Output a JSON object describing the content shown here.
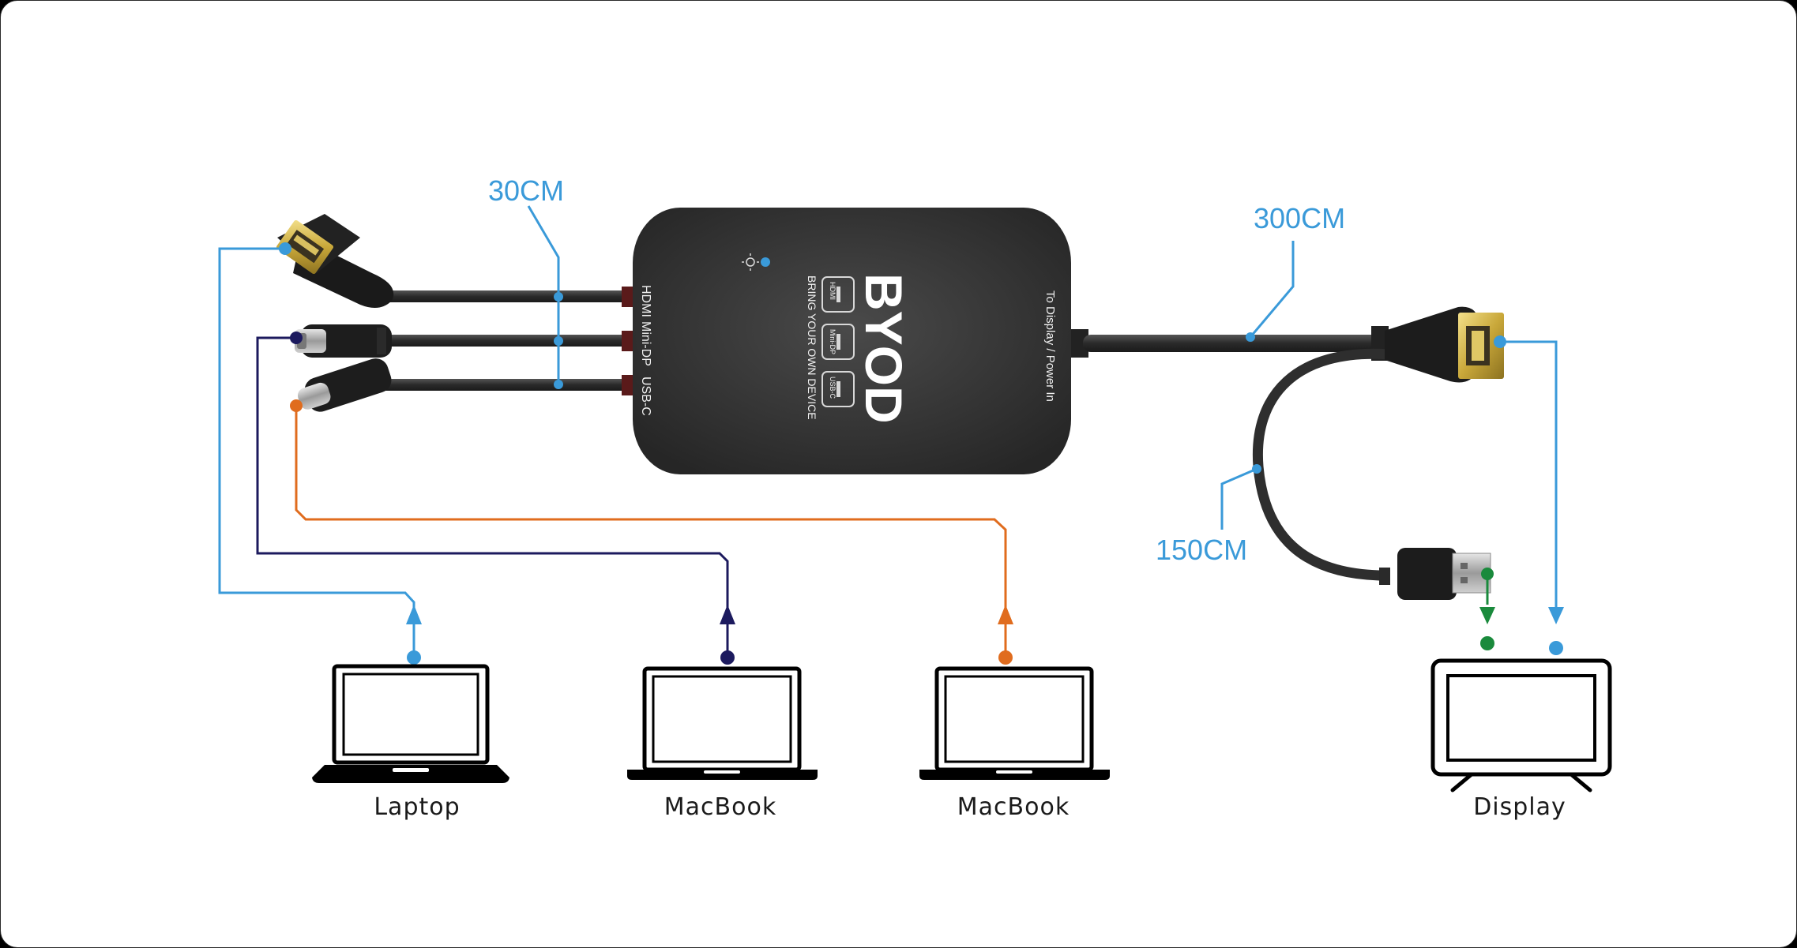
{
  "colors": {
    "blue": "#3a9ad9",
    "navy": "#1c1a5e",
    "orange": "#e06c1e",
    "green": "#1a8a3c",
    "body": "#303030",
    "cable": "#333333"
  },
  "hub": {
    "brand": "BYOD",
    "tagline": "BRING YOUR OWN DEVICE",
    "port_labels": [
      "HDMI",
      "Mini-DP",
      "USB-C"
    ],
    "input_labels": [
      "HDMI",
      "Mini-DP",
      "USB-C"
    ],
    "output_label": "To Display / Power In",
    "indicator": "led-icon"
  },
  "dimensions": {
    "input_cable": "30CM",
    "output_cable": "300CM",
    "power_cable": "150CM"
  },
  "devices": [
    {
      "label": "Laptop",
      "icon": "laptop-icon",
      "connector": "HDMI"
    },
    {
      "label": "MacBook",
      "icon": "macbook-icon",
      "connector": "Mini-DP"
    },
    {
      "label": "MacBook",
      "icon": "macbook-icon",
      "connector": "USB-C"
    },
    {
      "label": "Display",
      "icon": "display-icon",
      "connector": "HDMI"
    }
  ]
}
